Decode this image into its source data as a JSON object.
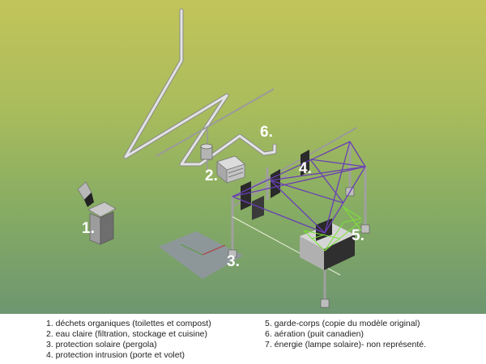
{
  "scene": {
    "labels": [
      "1.",
      "2.",
      "3.",
      "4.",
      "5.",
      "6."
    ],
    "colors": {
      "bg_top": "#c2c45a",
      "bg_bottom": "#6e9670",
      "structure_lines": "#6a3fb5",
      "railing_lines": "#7de03a",
      "pipes": "#d8d8d8",
      "panels": "#2a2a2a",
      "pergola_floor": "#8f96a0"
    }
  },
  "legend": {
    "left": [
      "1. déchets organiques (toilettes et compost)",
      "2. eau claire (filtration, stockage et cuisine)",
      "3. protection solaire (pergola)",
      "4. protection intrusion (porte et volet)"
    ],
    "right": [
      "5. garde-corps (copie du modèle original)",
      "6. aération (puit canadien)",
      "7. énergie (lampe solaire)- non représenté."
    ]
  }
}
